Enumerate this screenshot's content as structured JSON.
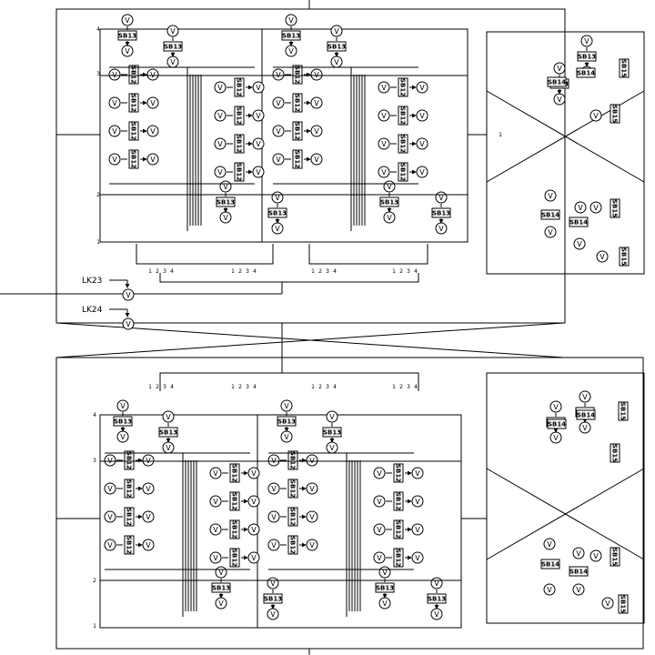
{
  "diagram": {
    "node_label": "V",
    "block_labels": {
      "sb12": "SB12",
      "sb13": "SB13",
      "sb14": "SB14",
      "sb15": "SB15"
    },
    "port_numbers": [
      "1",
      "2",
      "3",
      "4"
    ],
    "rail_numbers": [
      "4",
      "3",
      "2",
      "1"
    ],
    "links": [
      {
        "label": "LK23"
      },
      {
        "label": "LK24"
      }
    ]
  }
}
